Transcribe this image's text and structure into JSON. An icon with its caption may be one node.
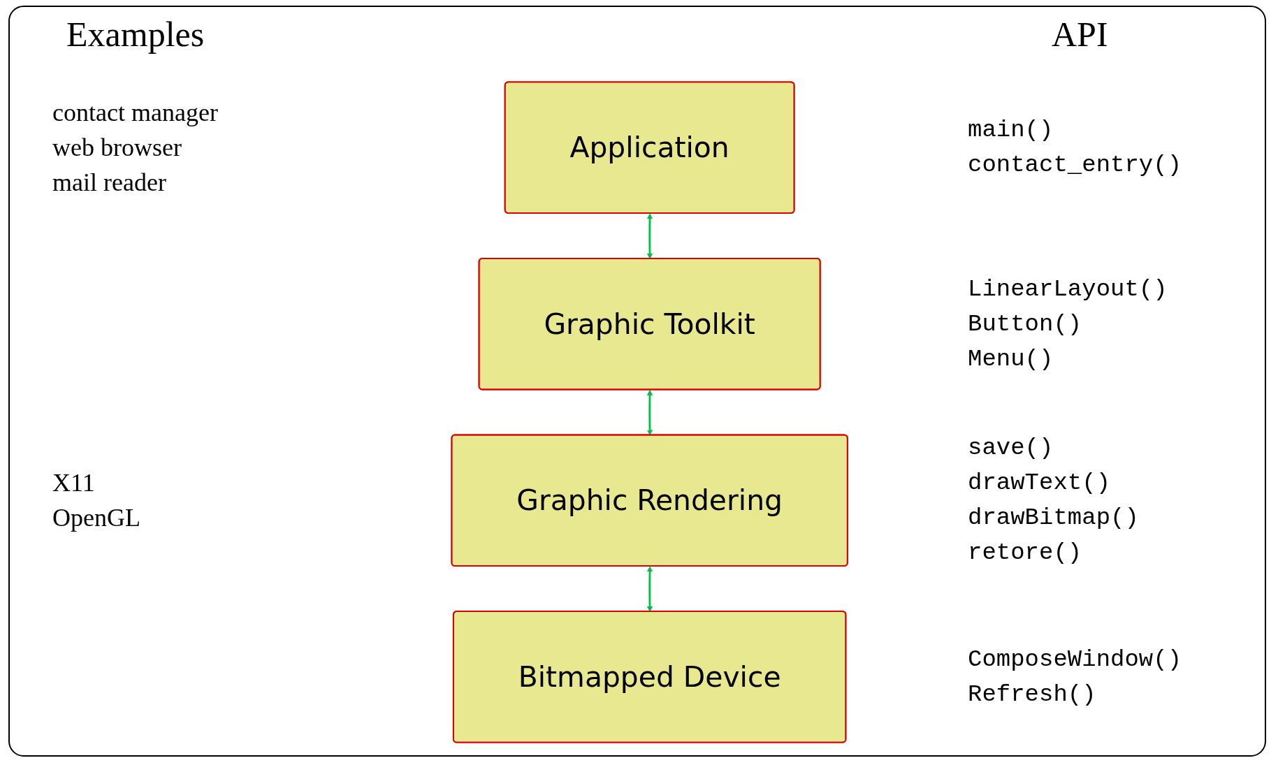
{
  "diagram": {
    "nodes": [
      {
        "text": [
          "Application"
        ]
      },
      {
        "text": [
          "Graphic Toolkit"
        ]
      },
      {
        "text": [
          "Graphic Rendering"
        ]
      },
      {
        "text": [
          "Bitmapped Device"
        ]
      }
    ],
    "edges": [
      {
        "from": 0,
        "to": 1,
        "arrow": "both"
      },
      {
        "from": 1,
        "to": 2,
        "arrow": "both"
      },
      {
        "from": 2,
        "to": 3,
        "arrow": "both"
      }
    ],
    "labels": [
      "Examples",
      "API",
      "contact manager",
      "web browser",
      "mail reader",
      "main()",
      "contact_entry()",
      "LinearLayout()",
      "Button()",
      "Menu()",
      "X11",
      "OpenGL",
      "save()",
      "drawText()",
      "drawBitmap()",
      "retore()",
      "ComposeWindow()",
      "Refresh()"
    ]
  }
}
